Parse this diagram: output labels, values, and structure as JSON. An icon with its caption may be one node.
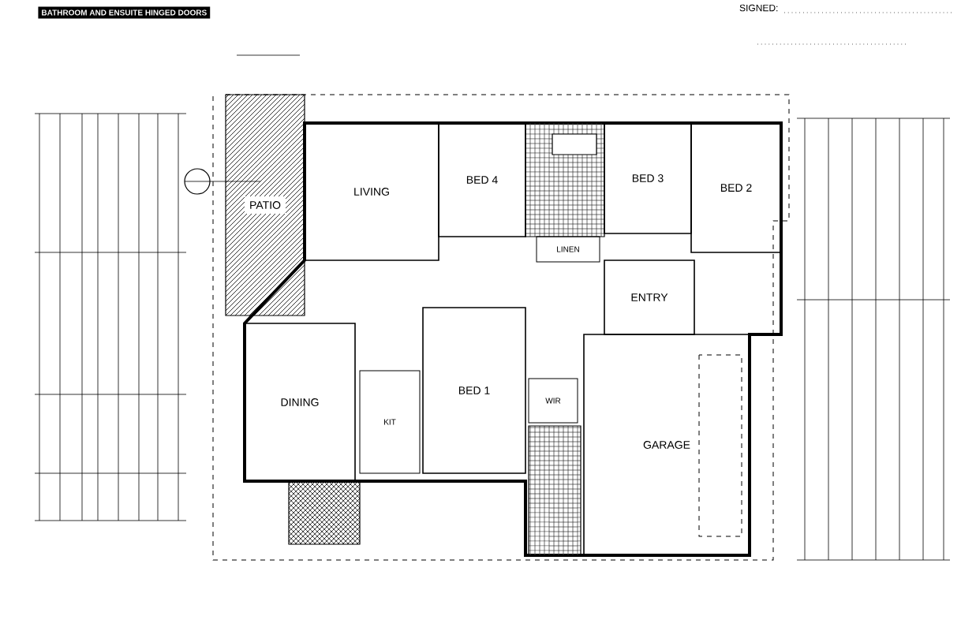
{
  "diagram": {
    "nodes": [
      {
        "text": [
          "PATIO"
        ]
      },
      {
        "text": [
          "LIVING"
        ]
      },
      {
        "text": [
          "BED 4"
        ]
      },
      {
        "text": [
          "BED 3"
        ]
      },
      {
        "text": [
          "BED 2"
        ]
      },
      {
        "text": [
          "LINEN"
        ]
      },
      {
        "text": [
          "ENTRY"
        ]
      },
      {
        "text": [
          "DINING"
        ]
      },
      {
        "text": [
          "KIT"
        ]
      },
      {
        "text": [
          "BED 1"
        ]
      },
      {
        "text": [
          "WIR"
        ]
      },
      {
        "text": [
          "GARAGE"
        ]
      }
    ],
    "labels": [
      "BATHROOM AND ENSUITE HINGED DOORS",
      "SIGNED:"
    ]
  }
}
